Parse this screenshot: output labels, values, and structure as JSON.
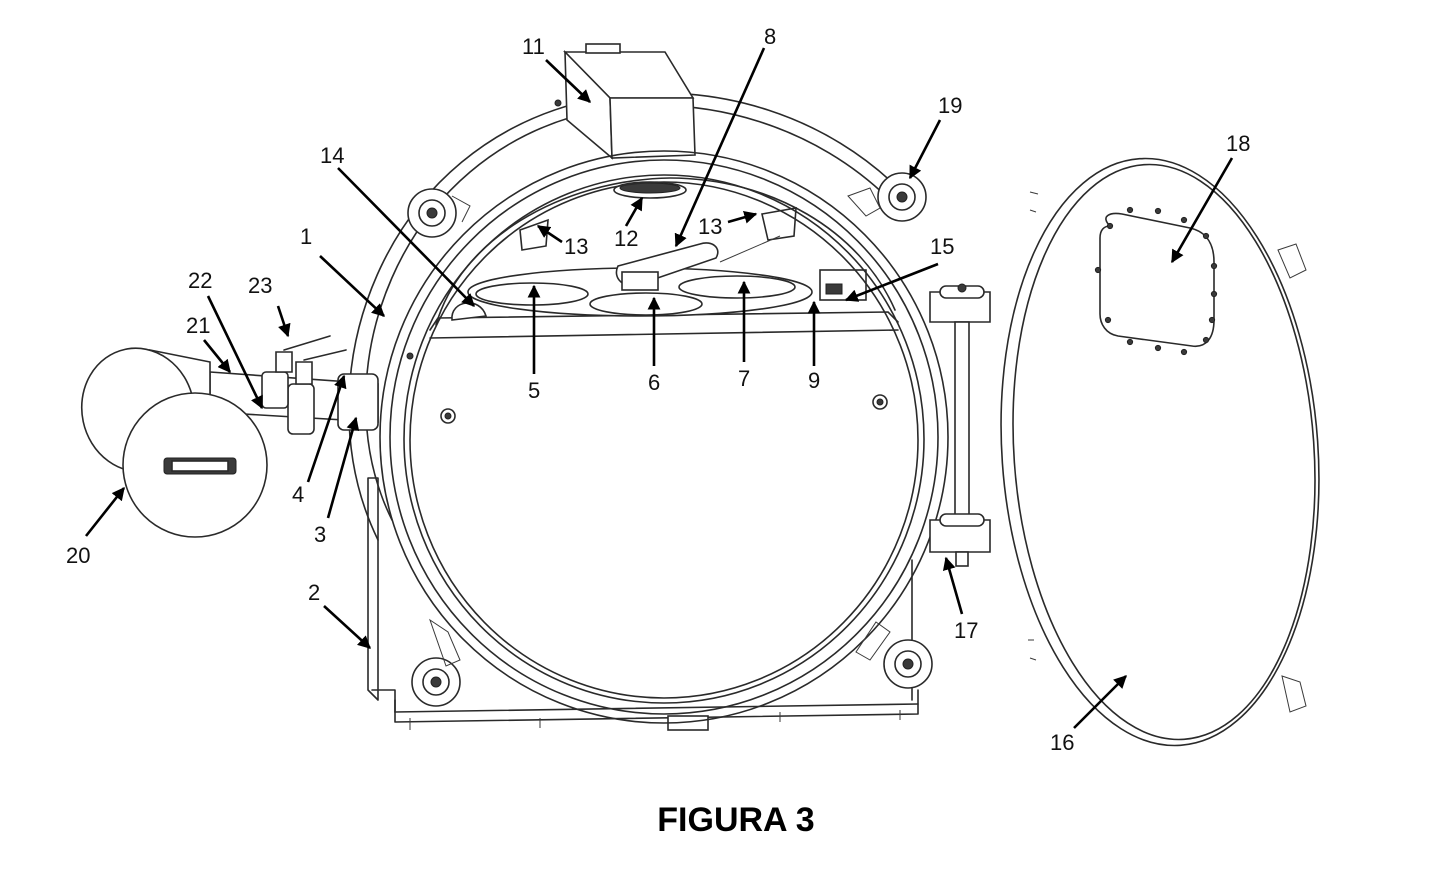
{
  "caption": "FIGURA 3",
  "labels": [
    {
      "id": "1",
      "text": "1"
    },
    {
      "id": "2",
      "text": "2"
    },
    {
      "id": "3",
      "text": "3"
    },
    {
      "id": "4",
      "text": "4"
    },
    {
      "id": "5",
      "text": "5"
    },
    {
      "id": "6",
      "text": "6"
    },
    {
      "id": "7",
      "text": "7"
    },
    {
      "id": "8",
      "text": "8"
    },
    {
      "id": "9",
      "text": "9"
    },
    {
      "id": "11",
      "text": "11"
    },
    {
      "id": "12",
      "text": "12"
    },
    {
      "id": "13a",
      "text": "13"
    },
    {
      "id": "13b",
      "text": "13"
    },
    {
      "id": "14",
      "text": "14"
    },
    {
      "id": "15",
      "text": "15"
    },
    {
      "id": "16",
      "text": "16"
    },
    {
      "id": "17",
      "text": "17"
    },
    {
      "id": "18",
      "text": "18"
    },
    {
      "id": "19",
      "text": "19"
    },
    {
      "id": "20",
      "text": "20"
    },
    {
      "id": "21",
      "text": "21"
    },
    {
      "id": "22",
      "text": "22"
    },
    {
      "id": "23",
      "text": "23"
    }
  ]
}
